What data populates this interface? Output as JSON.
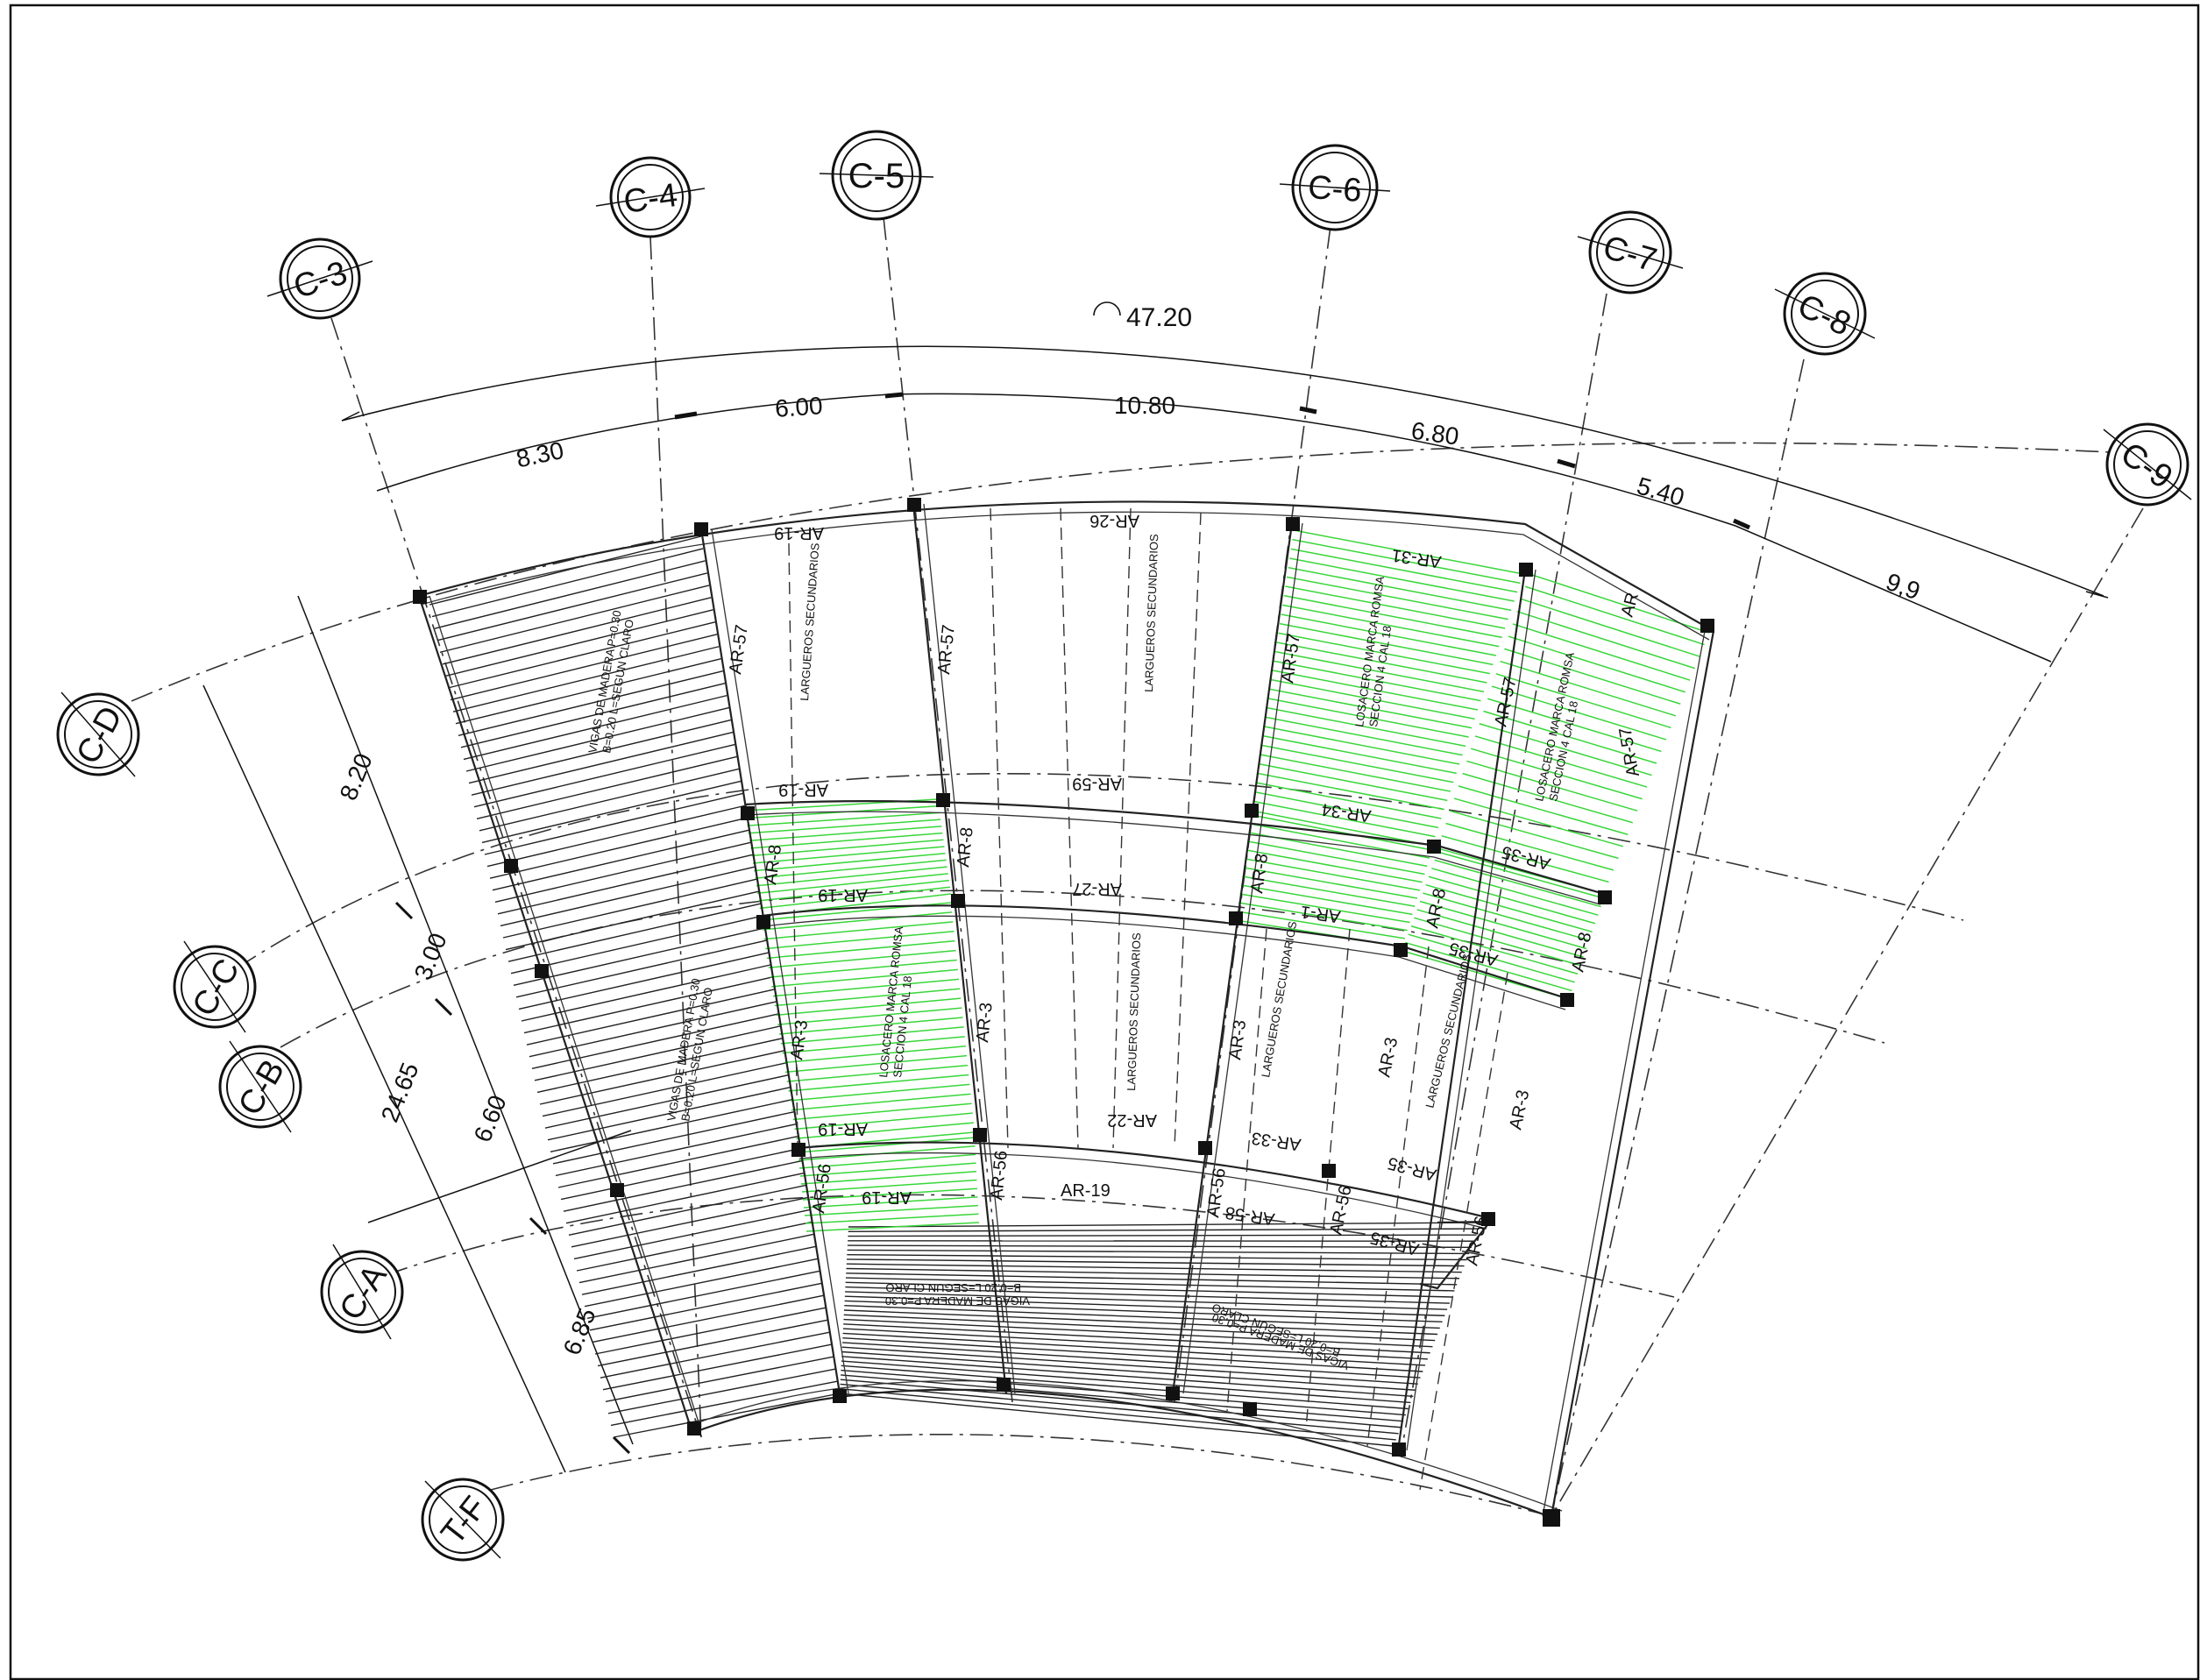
{
  "axes_radial": [
    "C-3",
    "C-4",
    "C-5",
    "C-6",
    "C-7",
    "C-8",
    "C-9"
  ],
  "axes_arc": [
    "C-D",
    "C-C",
    "C-B",
    "C-A",
    "T-F"
  ],
  "dimensions": {
    "total_arc": "47.20",
    "spans": [
      "8.30",
      "6.00",
      "10.80",
      "6.80",
      "5.40",
      "9,9"
    ],
    "radial": [
      "8.20",
      "3.00",
      "6.60",
      "6.85"
    ],
    "radial_total": "24.65"
  },
  "beam_labels": {
    "ar57": "AR-57",
    "ar8": "AR-8",
    "ar3": "AR-3",
    "ar56": "AR-56",
    "ar19": "AR-19",
    "ar26": "AR-26",
    "ar59": "AR-59",
    "ar27": "AR-27",
    "ar22": "AR-22",
    "ar31": "AR-31",
    "ar34": "AR-34",
    "ar35": "AR-35",
    "ar33": "AR-33",
    "ar58": "AR-58",
    "ar1": "AR-1",
    "ar": "AR"
  },
  "notes": {
    "largueros": "LARGUEROS SECUNDARIOS",
    "vigas_madera_1": "VIGAS DE MADERA P=0.30",
    "vigas_madera_2": "B=0.20 L=SEGUN CLARO",
    "losacero_1": "LOSACERO MARCA ROMSA",
    "losacero_2": "SECCION 4 CAL 18"
  },
  "colors": {
    "line": "#222222",
    "deck_hatch": "#39d63a",
    "background": "#ffffff"
  }
}
